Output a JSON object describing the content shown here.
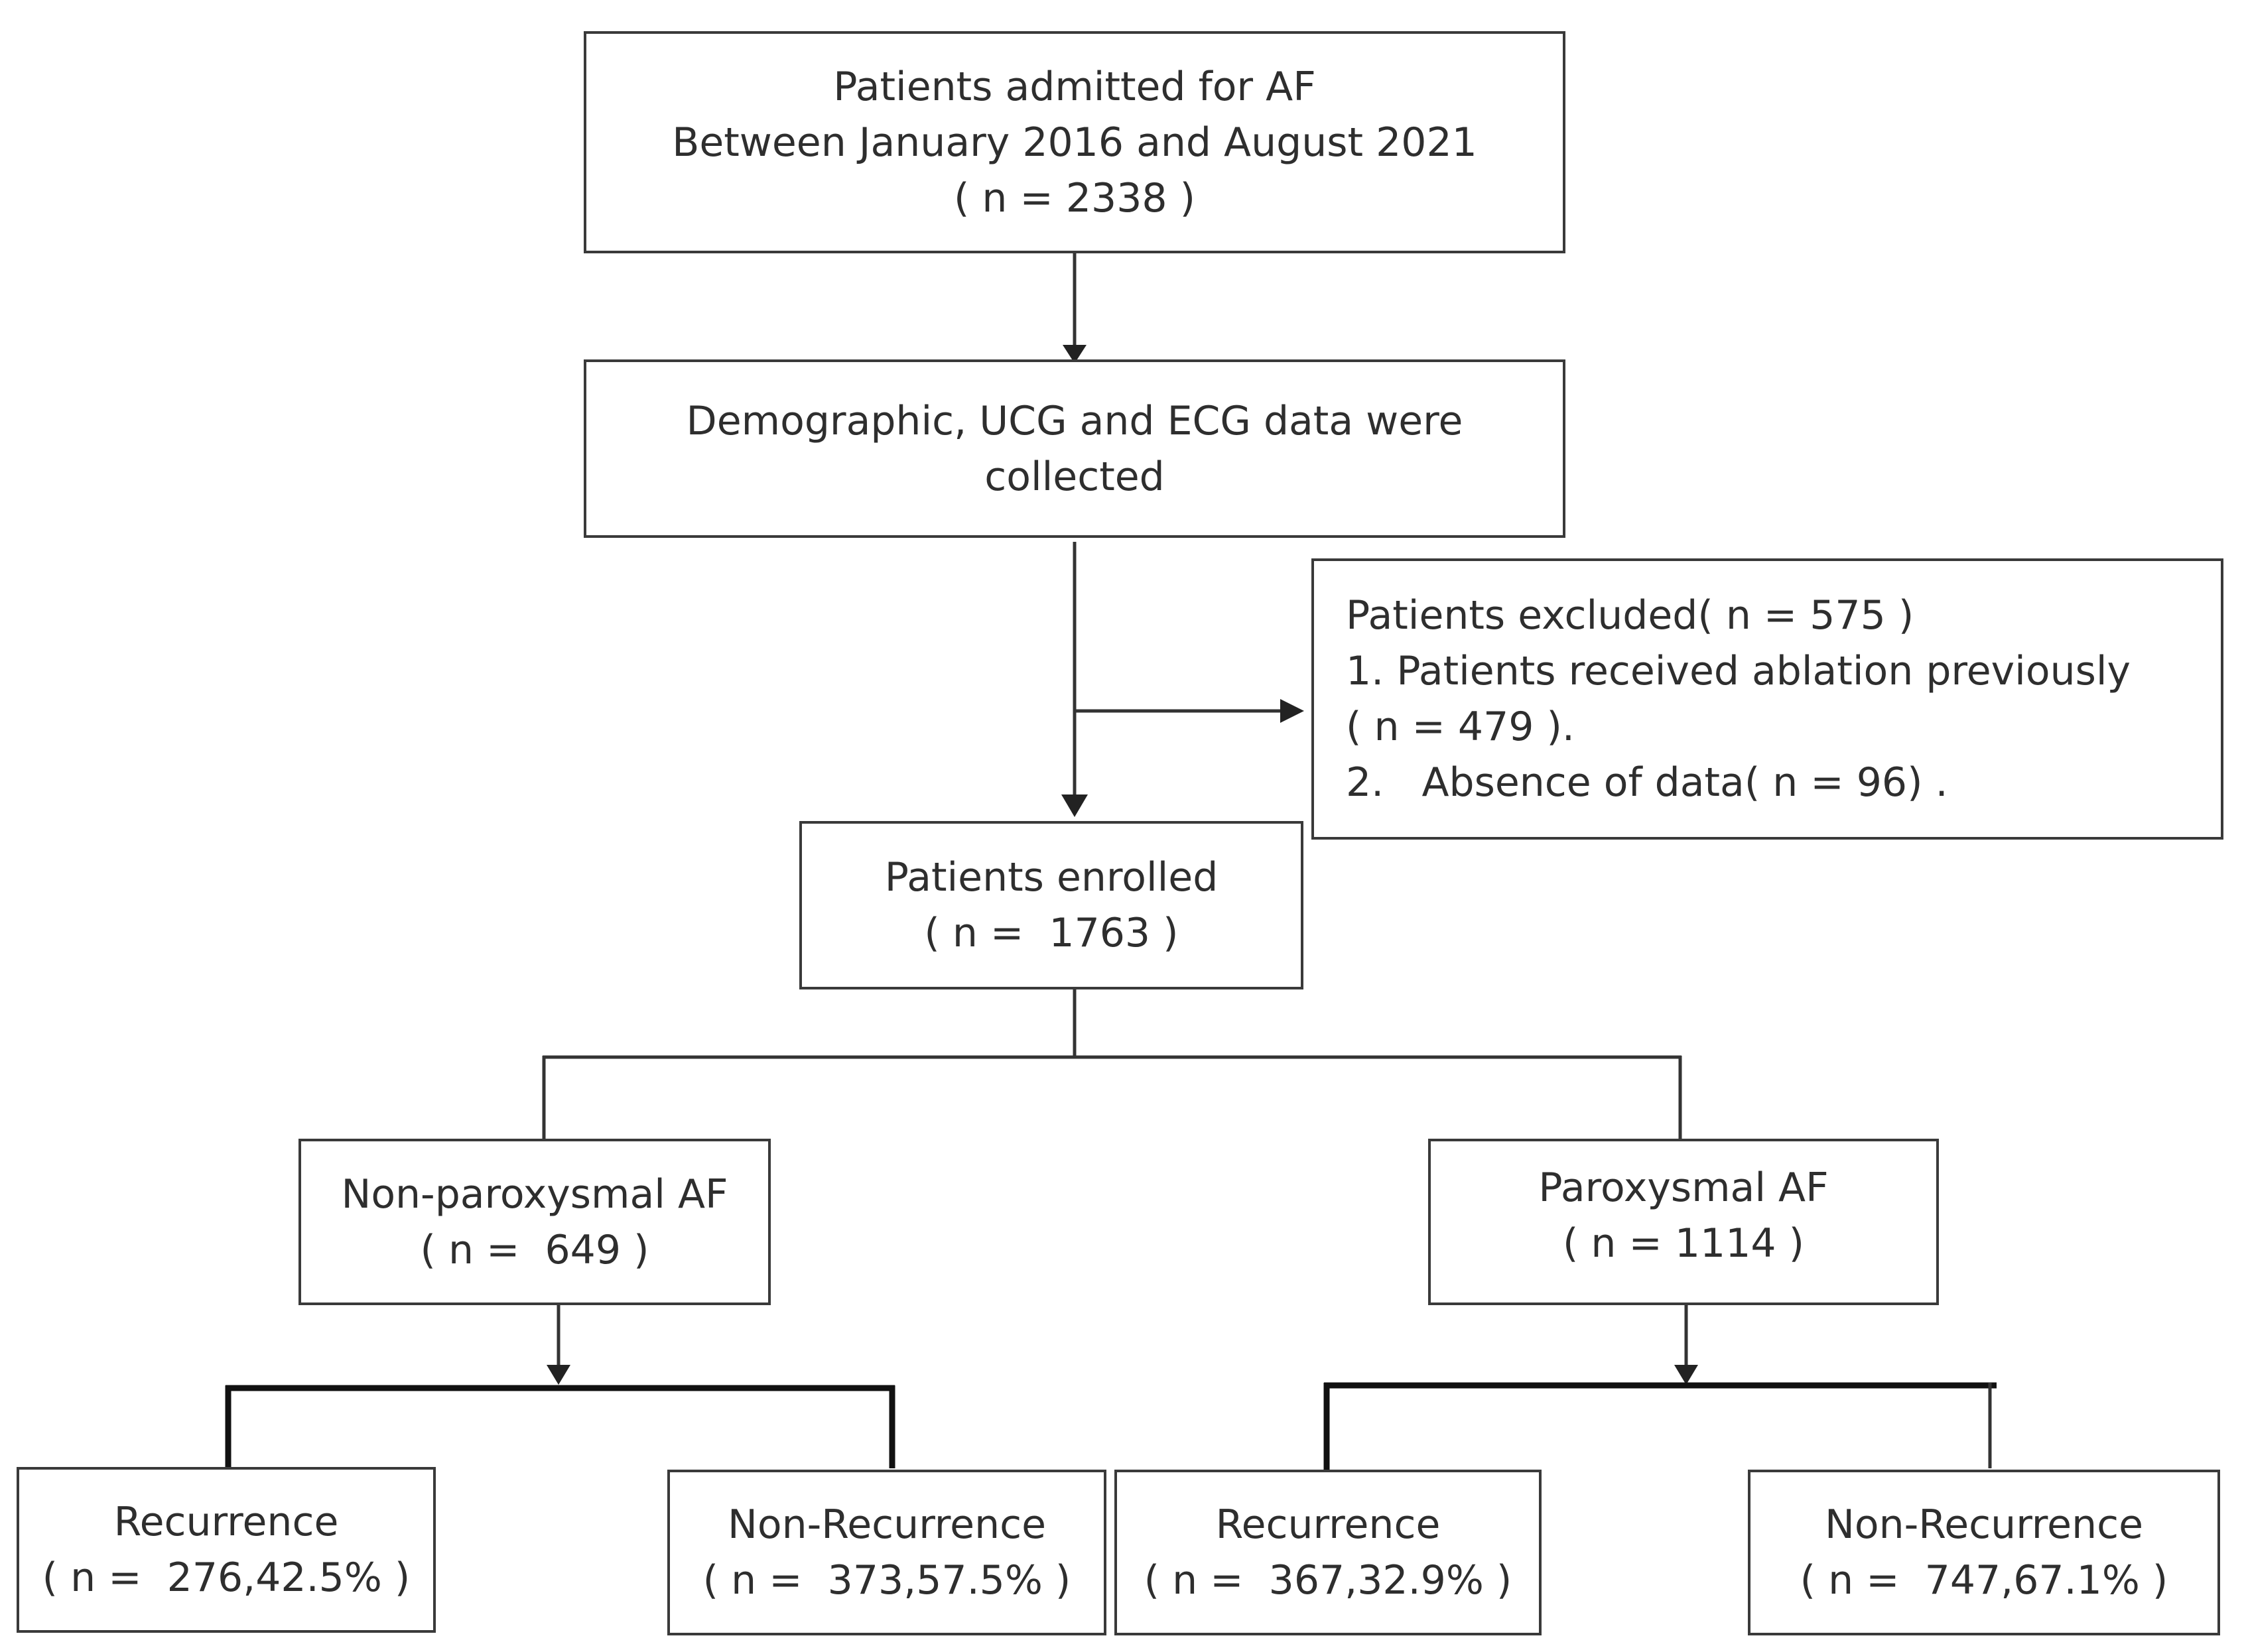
{
  "boxes": {
    "admitted": {
      "line1": "Patients admitted for AF",
      "line2": "Between January 2016 and August 2021",
      "line3": "( n = 2338 )"
    },
    "collected": {
      "line1": "Demographic, UCG and ECG data were",
      "line2": "collected"
    },
    "excluded": {
      "line1": "Patients excluded( n = 575 )",
      "item1_num": "1.",
      "item1_words": [
        "Patients",
        "received",
        "ablation",
        "previously"
      ],
      "item1_cont": "( n = 479 ).",
      "item2": "2.   Absence of data( n = 96) ."
    },
    "enrolled": {
      "line1": "Patients enrolled",
      "line2": "( n =  1763 )"
    },
    "non_paroxysmal": {
      "line1": "Non-paroxysmal AF",
      "line2": "( n =  649 )"
    },
    "paroxysmal": {
      "line1": "Paroxysmal AF",
      "line2": "( n = 1114 )"
    },
    "np_recurrence": {
      "line1": "Recurrence",
      "line2": "( n =  276,42.5% )"
    },
    "np_non_recurrence": {
      "line1": "Non-Recurrence",
      "line2": "( n =  373,57.5% )"
    },
    "p_recurrence": {
      "line1": "Recurrence",
      "line2": "( n =  367,32.9% )"
    },
    "p_non_recurrence": {
      "line1": "Non-Recurrence",
      "line2": "( n =  747,67.1% )"
    }
  },
  "colors": {
    "stroke": "#3a3a3a",
    "text": "#2e2e2e",
    "background": "#ffffff"
  }
}
